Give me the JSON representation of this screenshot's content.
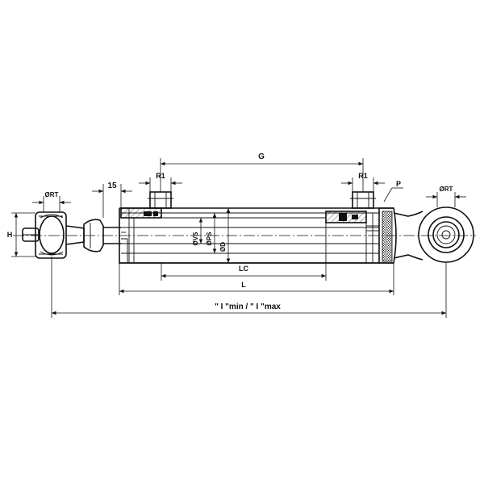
{
  "labels": {
    "g": "G",
    "r1_left": "R1",
    "r1_right": "R1",
    "p": "P",
    "rt_left": "ØRT",
    "rt_right": "ØRT",
    "fifteen": "15",
    "h": "H",
    "vs": "ØVS",
    "ps": "ØPS",
    "d": "ØD",
    "lc": "LC",
    "l": "L",
    "imin_imax": "\" I \"min / \" I \"max"
  }
}
